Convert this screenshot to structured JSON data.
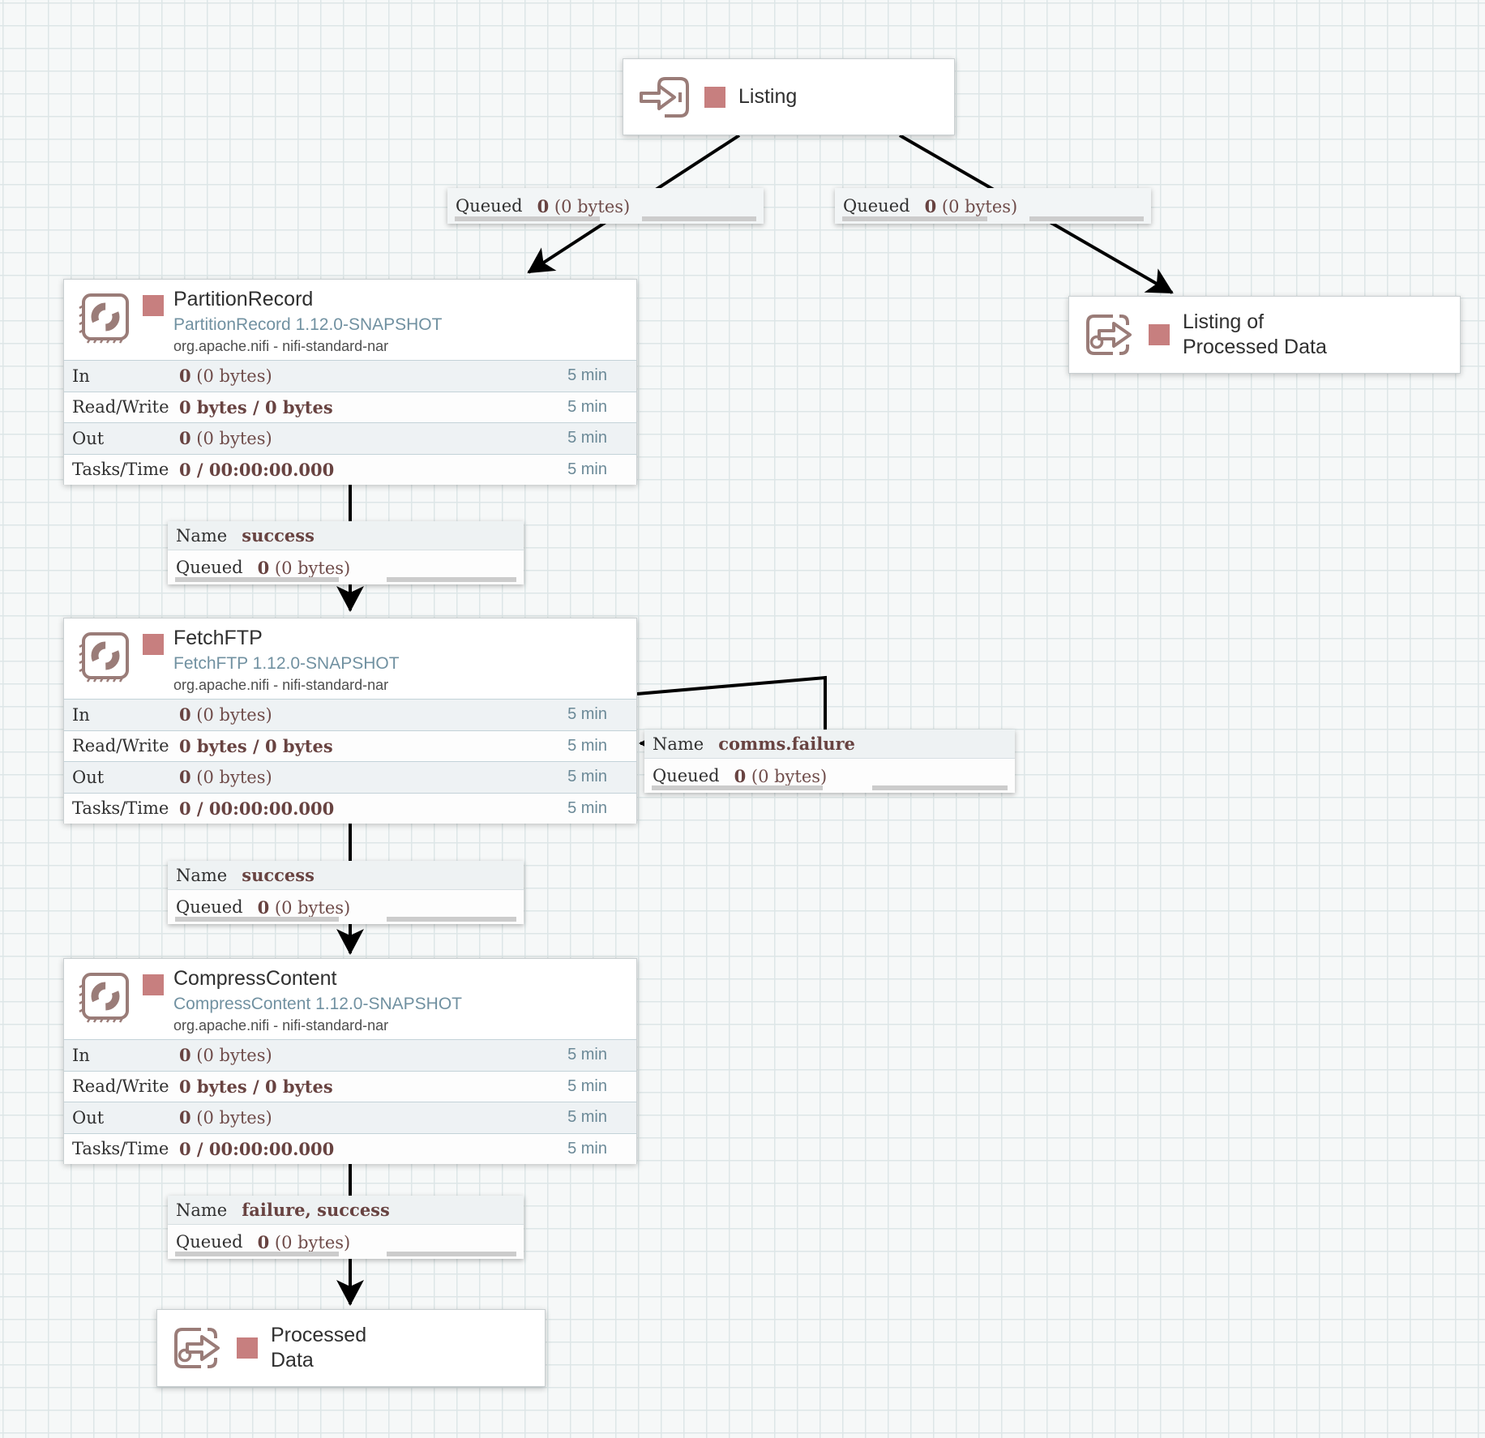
{
  "colors": {
    "canvas-bg": "#f6f8f8",
    "grid-line": "#dde6e7",
    "node-bg": "#ffffff",
    "icon-color": "#9a7c78",
    "status-stopped": "#c77f7f",
    "title-color": "#2f2f2f",
    "version-color": "#7191a1",
    "label-color": "#303030",
    "value-color": "#6f4c4a",
    "period-color": "#6b8997",
    "connection-color": "#000000"
  },
  "ports": {
    "listing": {
      "title": "Listing"
    },
    "listing_of_processed_data": {
      "line1": "Listing of",
      "line2": "Processed Data"
    },
    "processed_data": {
      "line1": "Processed",
      "line2": "Data"
    }
  },
  "processors": [
    {
      "title": "PartitionRecord",
      "version": "PartitionRecord 1.12.0-SNAPSHOT",
      "org": "org.apache.nifi - nifi-standard-nar",
      "rows": [
        {
          "label": "In",
          "value_bold": "0",
          "value_rest": " (0 bytes)",
          "period": "5 min"
        },
        {
          "label": "Read/Write",
          "value_bold": "0 bytes / 0 bytes",
          "value_rest": "",
          "period": "5 min"
        },
        {
          "label": "Out",
          "value_bold": "0",
          "value_rest": " (0 bytes)",
          "period": "5 min"
        },
        {
          "label": "Tasks/Time",
          "value_bold": "0 / 00:00:00.000",
          "value_rest": "",
          "period": "5 min"
        }
      ]
    },
    {
      "title": "FetchFTP",
      "version": "FetchFTP 1.12.0-SNAPSHOT",
      "org": "org.apache.nifi - nifi-standard-nar",
      "rows": [
        {
          "label": "In",
          "value_bold": "0",
          "value_rest": " (0 bytes)",
          "period": "5 min"
        },
        {
          "label": "Read/Write",
          "value_bold": "0 bytes / 0 bytes",
          "value_rest": "",
          "period": "5 min"
        },
        {
          "label": "Out",
          "value_bold": "0",
          "value_rest": " (0 bytes)",
          "period": "5 min"
        },
        {
          "label": "Tasks/Time",
          "value_bold": "0 / 00:00:00.000",
          "value_rest": "",
          "period": "5 min"
        }
      ]
    },
    {
      "title": "CompressContent",
      "version": "CompressContent 1.12.0-SNAPSHOT",
      "org": "org.apache.nifi - nifi-standard-nar",
      "rows": [
        {
          "label": "In",
          "value_bold": "0",
          "value_rest": " (0 bytes)",
          "period": "5 min"
        },
        {
          "label": "Read/Write",
          "value_bold": "0 bytes / 0 bytes",
          "value_rest": "",
          "period": "5 min"
        },
        {
          "label": "Out",
          "value_bold": "0",
          "value_rest": " (0 bytes)",
          "period": "5 min"
        },
        {
          "label": "Tasks/Time",
          "value_bold": "0 / 00:00:00.000",
          "value_rest": "",
          "period": "5 min"
        }
      ]
    }
  ],
  "connections": [
    {
      "queued_label": "Queued",
      "queued_bold": "0",
      "queued_rest": " (0 bytes)"
    },
    {
      "queued_label": "Queued",
      "queued_bold": "0",
      "queued_rest": " (0 bytes)"
    },
    {
      "name_label": "Name",
      "name_value": "success",
      "queued_label": "Queued",
      "queued_bold": "0",
      "queued_rest": " (0 bytes)"
    },
    {
      "name_label": "Name",
      "name_value": "comms.failure",
      "queued_label": "Queued",
      "queued_bold": "0",
      "queued_rest": " (0 bytes)"
    },
    {
      "name_label": "Name",
      "name_value": "success",
      "queued_label": "Queued",
      "queued_bold": "0",
      "queued_rest": " (0 bytes)"
    },
    {
      "name_label": "Name",
      "name_value": "failure, success",
      "queued_label": "Queued",
      "queued_bold": "0",
      "queued_rest": " (0 bytes)"
    }
  ]
}
